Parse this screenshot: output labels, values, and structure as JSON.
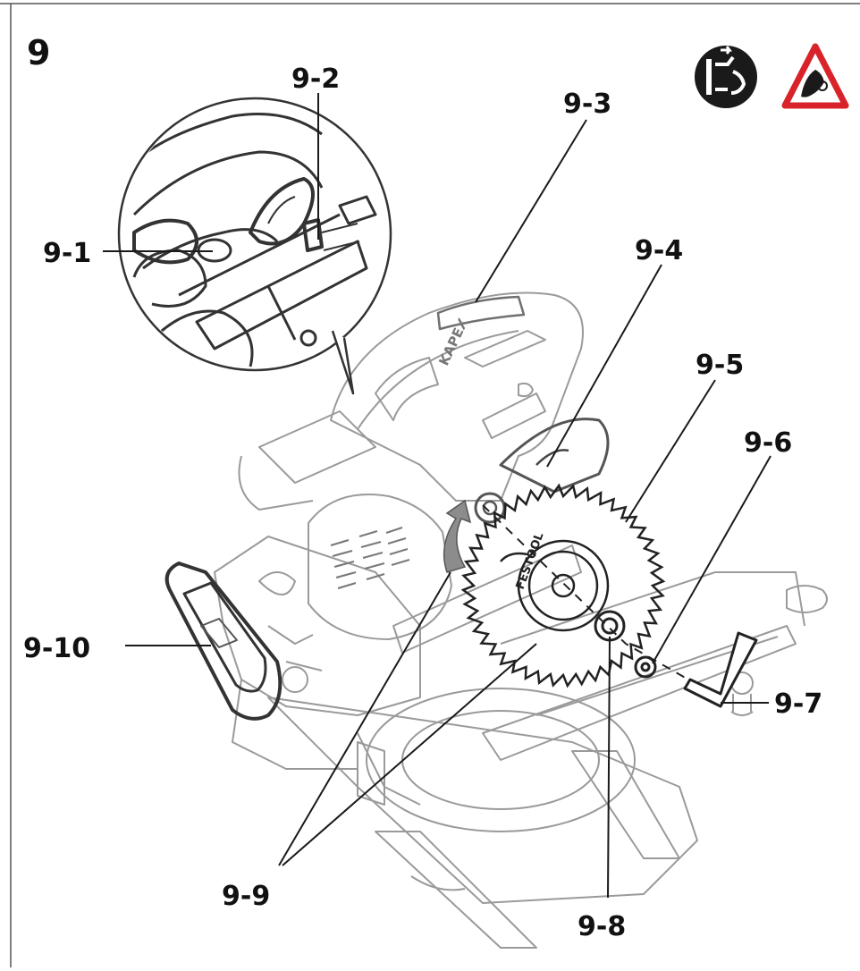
{
  "figure": {
    "number": "9"
  },
  "callouts": {
    "c1": "9-1",
    "c2": "9-2",
    "c3": "9-3",
    "c4": "9-4",
    "c5": "9-5",
    "c6": "9-6",
    "c7": "9-7",
    "c8": "9-8",
    "c9": "9-9",
    "c10": "9-10"
  },
  "safety_icons": [
    {
      "icon": "unplug-power-icon",
      "color": "#1a1a1a"
    },
    {
      "icon": "hand-injury-warning-icon",
      "color": "#d8232a"
    }
  ],
  "blade_brand": "FESTOOL",
  "tool_brand": "KAPEX",
  "colors": {
    "line": "#1a1a1a",
    "part_outline": "#9a9a9a",
    "arrow": "#8c8c8c",
    "warning_red": "#d8232a"
  }
}
